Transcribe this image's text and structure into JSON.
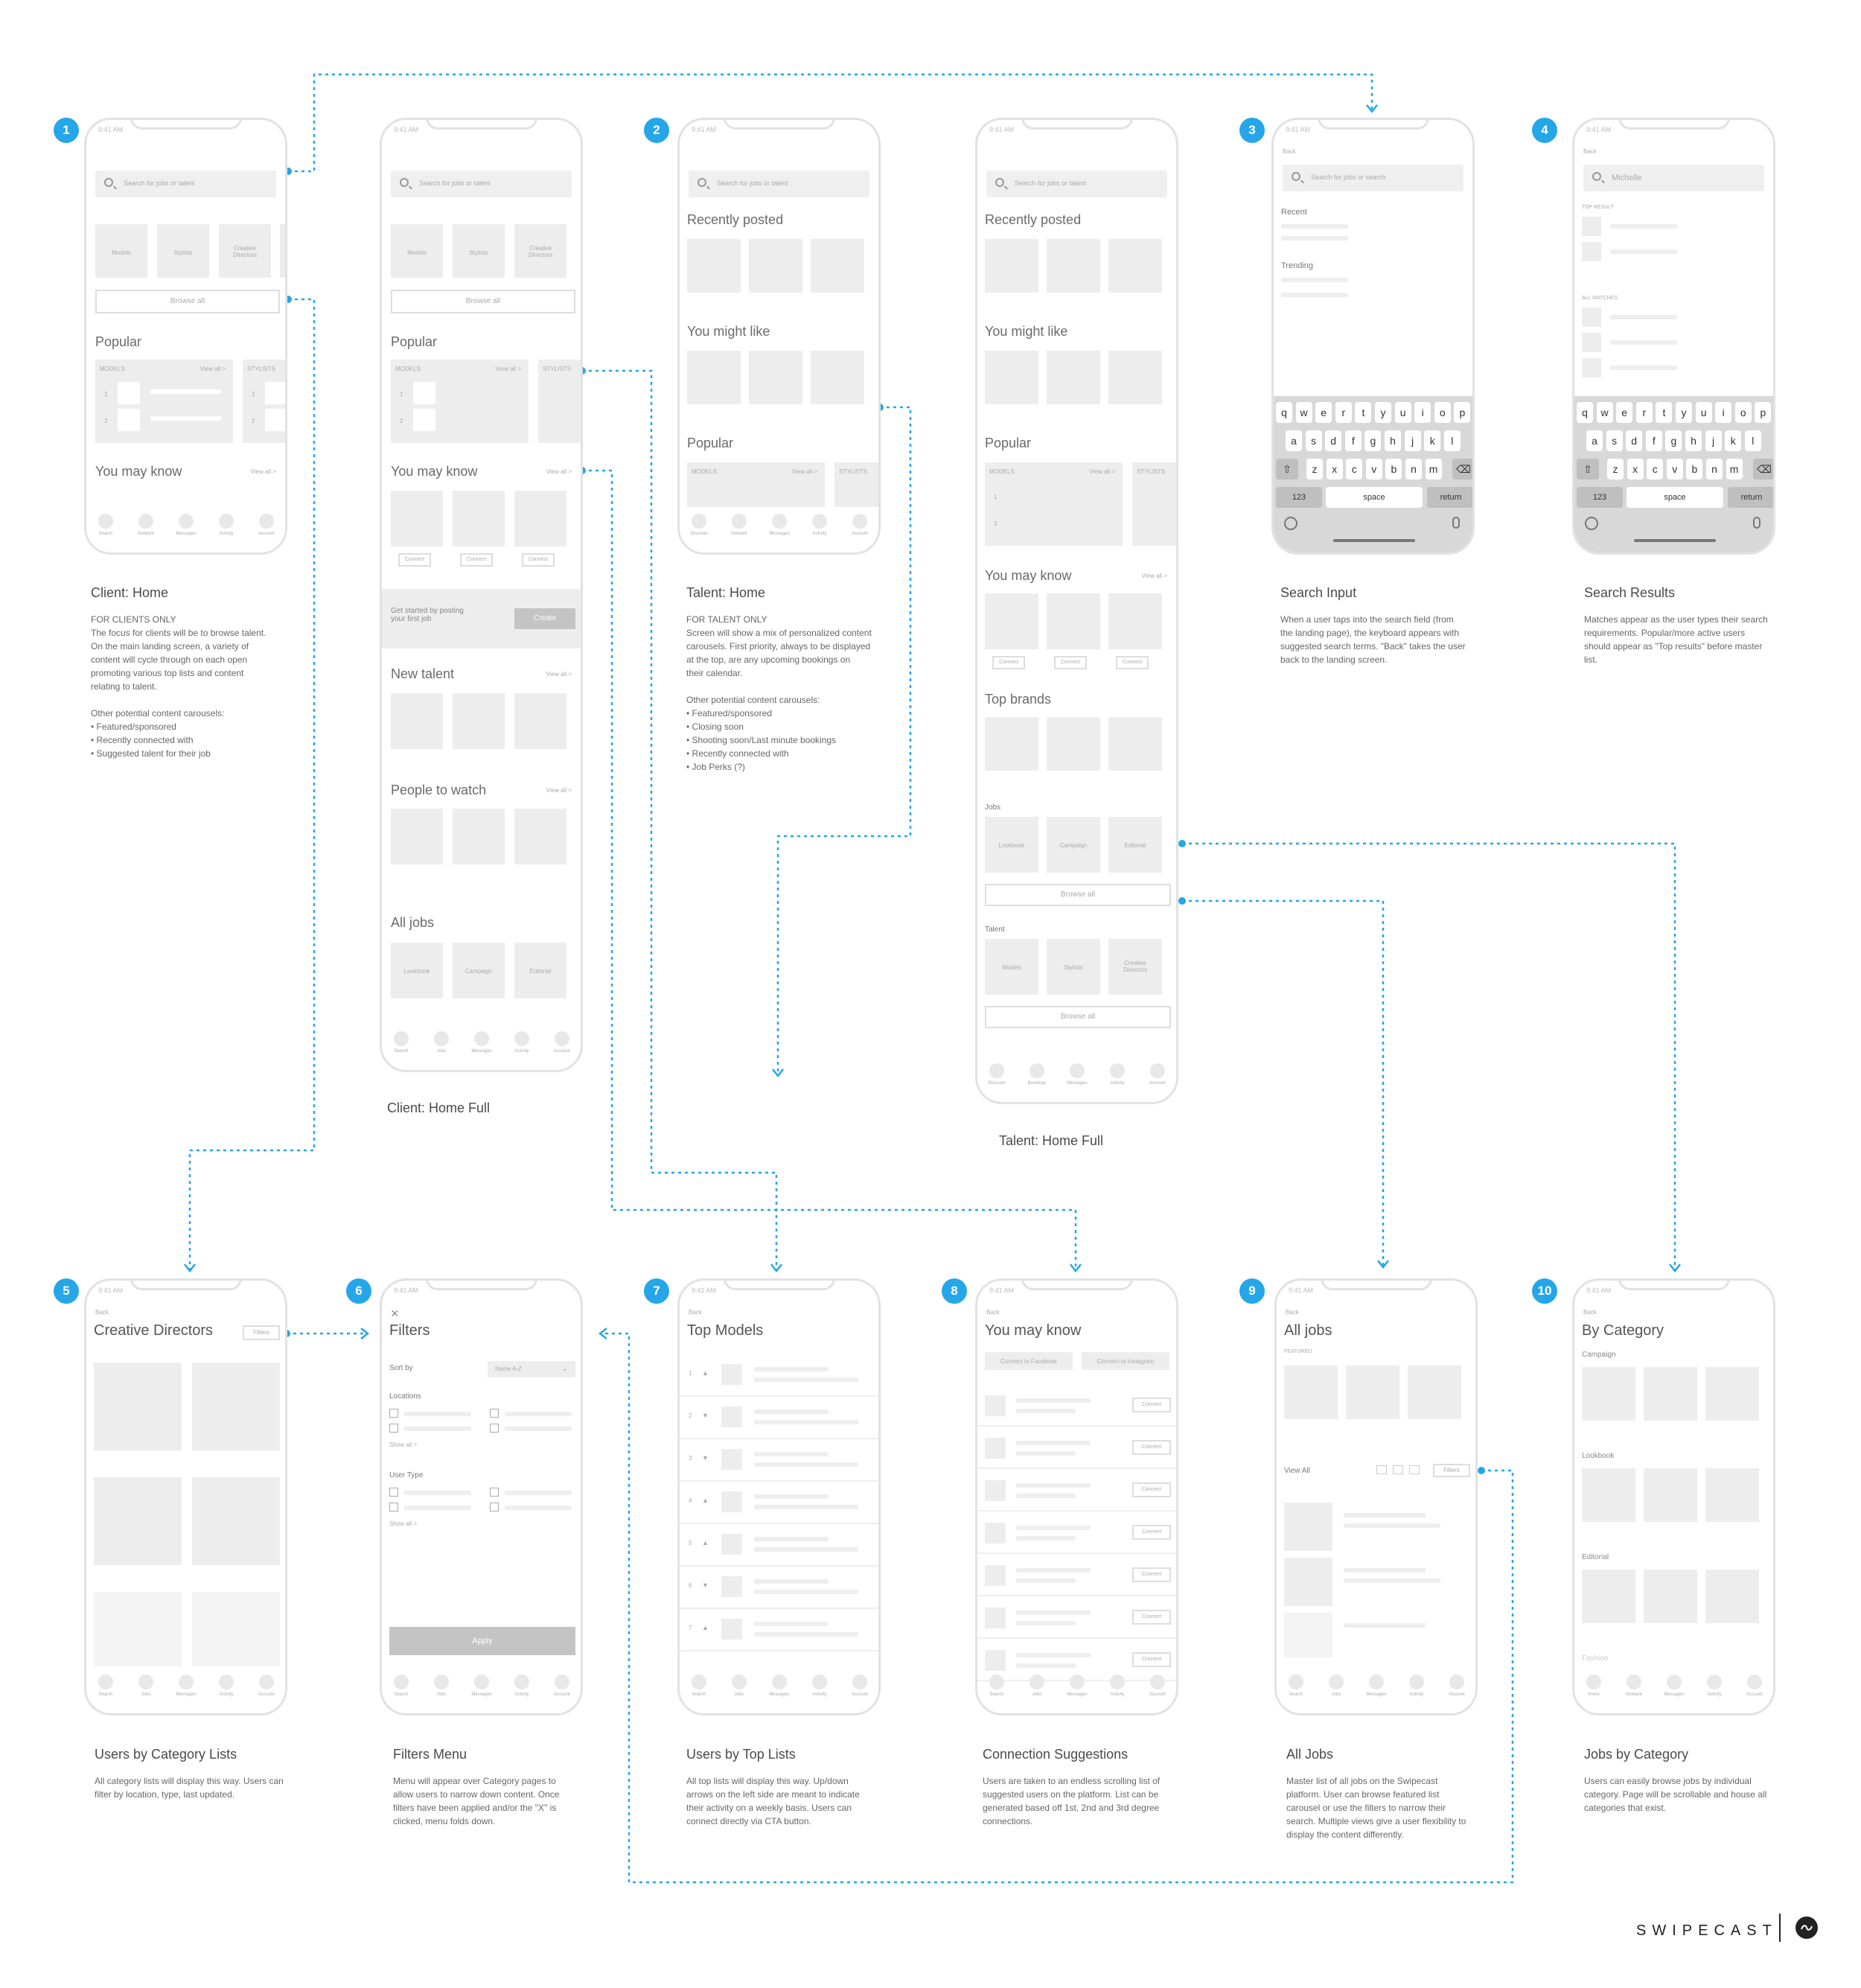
{
  "badges": [
    "1",
    "2",
    "3",
    "4",
    "5",
    "6",
    "7",
    "8",
    "9",
    "10"
  ],
  "time": "9:41 AM",
  "search_placeholder": "Search for jobs or talent",
  "search_placeholder_short": "Search for jobs or search",
  "brand": "SWIPECAST",
  "connector_color": "#25a6e8",
  "nav_client": [
    "Search",
    "Network",
    "Messages",
    "Activity",
    "Account"
  ],
  "nav_talent": [
    "Discover",
    "Bookings",
    "Messages",
    "Activity",
    "Account"
  ],
  "nav_jobs": [
    "Search",
    "Jobs",
    "Messages",
    "Activity",
    "Account"
  ],
  "nav_home": [
    "Home",
    "Network",
    "Messages",
    "Activity",
    "Account"
  ],
  "s1": {
    "cats": [
      "Models",
      "Stylists",
      "Creative Directors"
    ],
    "browse": "Browse all",
    "popular": "Popular",
    "models": "MODELS",
    "stylists": "STYLISTS",
    "viewall": "View all >",
    "youmay": "You may know",
    "n1": "1",
    "n2": "2"
  },
  "s1b": {
    "connect": "Connect",
    "started": "Get started by posting your first job",
    "create": "Create",
    "newtalent": "New talent",
    "people": "People to watch",
    "alljobs": "All jobs",
    "jobcats": [
      "Lookbook",
      "Campaign",
      "Editorial"
    ]
  },
  "s2": {
    "recent": "Recently posted",
    "might": "You might like",
    "popular": "Popular"
  },
  "s2b": {
    "topbrands": "Top brands",
    "jobs": "Jobs",
    "talent": "Talent"
  },
  "s3": {
    "back": "Back",
    "recent": "Recent",
    "trending": "Trending",
    "rows": [
      [
        "q",
        "w",
        "e",
        "r",
        "t",
        "y",
        "u",
        "i",
        "o",
        "p"
      ],
      [
        "a",
        "s",
        "d",
        "f",
        "g",
        "h",
        "j",
        "k",
        "l"
      ],
      [
        "z",
        "x",
        "c",
        "v",
        "b",
        "n",
        "m"
      ]
    ],
    "k123": "123",
    "space": "space",
    "ret": "return"
  },
  "s4": {
    "query": "Michelle",
    "top": "TOP RESULT",
    "all": "ALL MATCHES"
  },
  "s5": {
    "title": "Creative Directors",
    "filters": "Filters"
  },
  "s6": {
    "title": "Filters",
    "sort": "Sort by",
    "sortval": "Name A-Z",
    "locations": "Locations",
    "showall": "Show all >",
    "usertype": "User Type",
    "apply": "Apply"
  },
  "s7": {
    "title": "Top Models",
    "nums": [
      "1",
      "2",
      "3",
      "4",
      "5",
      "6",
      "7"
    ]
  },
  "s8": {
    "title": "You may know",
    "fb": "Connect to Facebook",
    "ig": "Connect to Instagram",
    "connect": "Connect"
  },
  "s9": {
    "title": "All jobs",
    "featured": "FEATURED",
    "viewall": "View All",
    "filters": "Filters"
  },
  "s10": {
    "title": "By Category",
    "campaign": "Campaign",
    "lookbook": "Lookbook",
    "editorial": "Editorial",
    "fashion": "Fashion"
  },
  "captions": {
    "c1t": "Client: Home",
    "c1d": "FOR CLIENTS ONLY\nThe focus for clients will be to browse talent.\nOn the main landing screen, a variety of\ncontent will cycle through on each open\npromoting various top lists and content\nrelating to talent.\n\nOther potential content carousels:\n• Featured/sponsored\n• Recently connected with\n• Suggested talent for their job",
    "c1bt": "Client: Home Full",
    "c2t": "Talent: Home",
    "c2d": "FOR TALENT ONLY\nScreen will show a mix of personalized content\ncarousels. First priority, always to be displayed\nat the top, are any upcoming bookings on\ntheir calendar.\n\nOther potential content carousels:\n• Featured/sponsored\n• Closing soon\n• Shooting soon/Last minute bookings\n• Recently connected with\n• Job Perks (?)",
    "c2bt": "Talent: Home Full",
    "c3t": "Search Input",
    "c3d": "When a user taps into the search field (from\nthe landing page), the keyboard appears with\nsuggested search terms. \"Back\" takes the user\nback to the landing screen.",
    "c4t": "Search Results",
    "c4d": "Matches appear as the user types their search\nrequirements. Popular/more active users\nshould appear as \"Top results\" before master\nlist.",
    "c5t": "Users by Category Lists",
    "c5d": "All category lists will display this way. Users can\nfilter by location, type, last updated.",
    "c6t": "Filters Menu",
    "c6d": "Menu will appear over Category pages to\nallow users to narrow down content. Once\nfilters have been applied and/or the \"X\" is\nclicked, menu folds down.",
    "c7t": "Users by Top Lists",
    "c7d": "All top lists will display this way. Up/down\narrows on the left side are meant to indicate\ntheir activity on a weekly basis. Users can\nconnect directly via CTA button.",
    "c8t": "Connection Suggestions",
    "c8d": "Users are taken to an endless scrolling list of\nsuggested users on the platform. List can be\ngenerated based off 1st, 2nd and 3rd degree\nconnections.",
    "c9t": "All Jobs",
    "c9d": "Master list of all jobs on the Swipecast\nplatform. User can browse featured list\ncarousel or use the filters to narrow their\nsearch. Multiple views give a user flexibility to\ndisplay the content differently.",
    "c10t": "Jobs by Category",
    "c10d": "Users can easily browse jobs by individual\ncategory. Page will be scrollable and house all\ncategories that exist."
  }
}
